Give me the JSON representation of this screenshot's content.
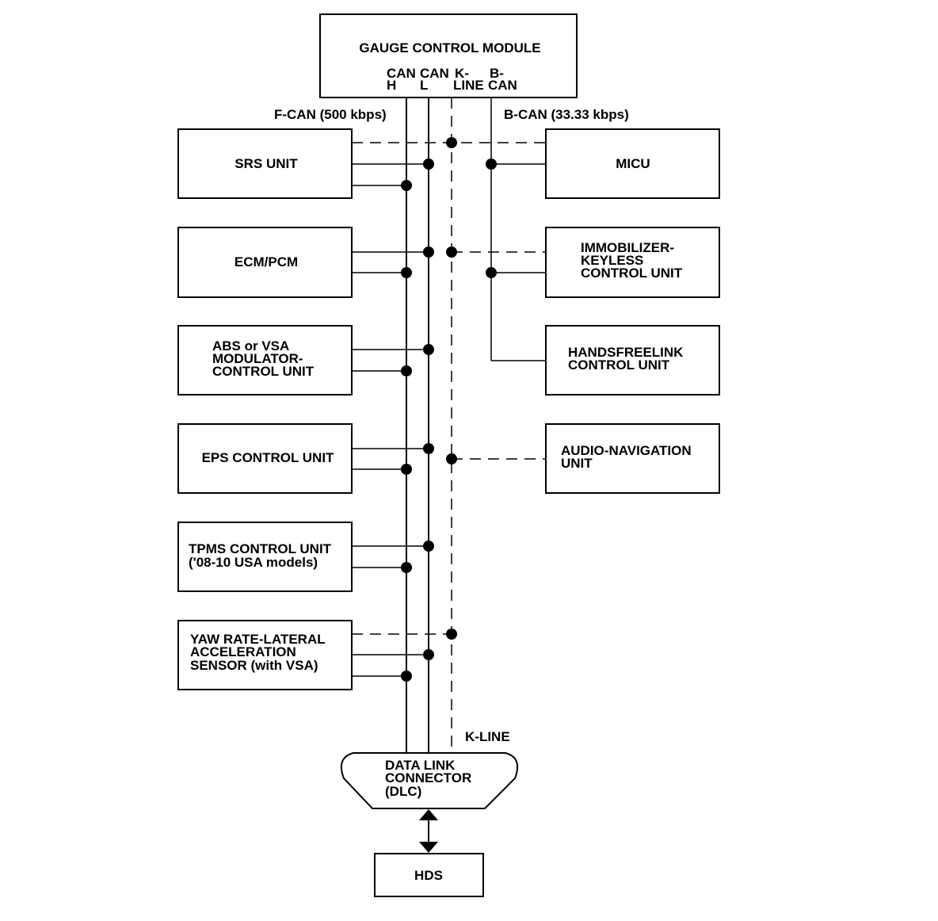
{
  "gauge_control_module": {
    "title": "GAUGE CONTROL MODULE",
    "pins": [
      "CAN H",
      "CAN L",
      "K-LINE",
      "B-CAN"
    ],
    "pin_lines": [
      [
        "CAN",
        "H"
      ],
      [
        "CAN",
        "L"
      ],
      [
        "K-",
        "LINE"
      ],
      [
        "B-",
        "CAN"
      ]
    ]
  },
  "bus_labels": {
    "f_can": "F-CAN (500 kbps)",
    "b_can": "B-CAN (33.33 kbps)",
    "k_line": "K-LINE"
  },
  "left_units": [
    {
      "id": "srs",
      "lines": [
        "SRS UNIT"
      ],
      "k_line": true
    },
    {
      "id": "ecm",
      "lines": [
        "ECM/PCM"
      ],
      "k_line": true
    },
    {
      "id": "abs",
      "lines": [
        "ABS or VSA",
        "MODULATOR-",
        "CONTROL UNIT"
      ],
      "k_line": false
    },
    {
      "id": "eps",
      "lines": [
        "EPS CONTROL UNIT"
      ],
      "k_line": false
    },
    {
      "id": "tpms",
      "lines": [
        "TPMS CONTROL UNIT",
        "('08-10 USA models)"
      ],
      "k_line": false
    },
    {
      "id": "yaw",
      "lines": [
        "YAW RATE-LATERAL",
        "ACCELERATION",
        "SENSOR (with VSA)"
      ],
      "k_line": true
    }
  ],
  "right_units": [
    {
      "id": "micu",
      "lines": [
        "MICU"
      ],
      "bus": "B-CAN + K-LINE"
    },
    {
      "id": "immobilizer",
      "lines": [
        "IMMOBILIZER-",
        "KEYLESS",
        "CONTROL UNIT"
      ],
      "bus": "B-CAN + K-LINE"
    },
    {
      "id": "handsfreelink",
      "lines": [
        "HANDSFREELINK",
        "CONTROL UNIT"
      ],
      "bus": "B-CAN"
    },
    {
      "id": "audio",
      "lines": [
        "AUDIO-NAVIGATION",
        "UNIT"
      ],
      "bus": "K-LINE"
    }
  ],
  "dlc": {
    "lines": [
      "DATA LINK",
      "CONNECTOR",
      "(DLC)"
    ]
  },
  "hds": {
    "label": "HDS"
  }
}
